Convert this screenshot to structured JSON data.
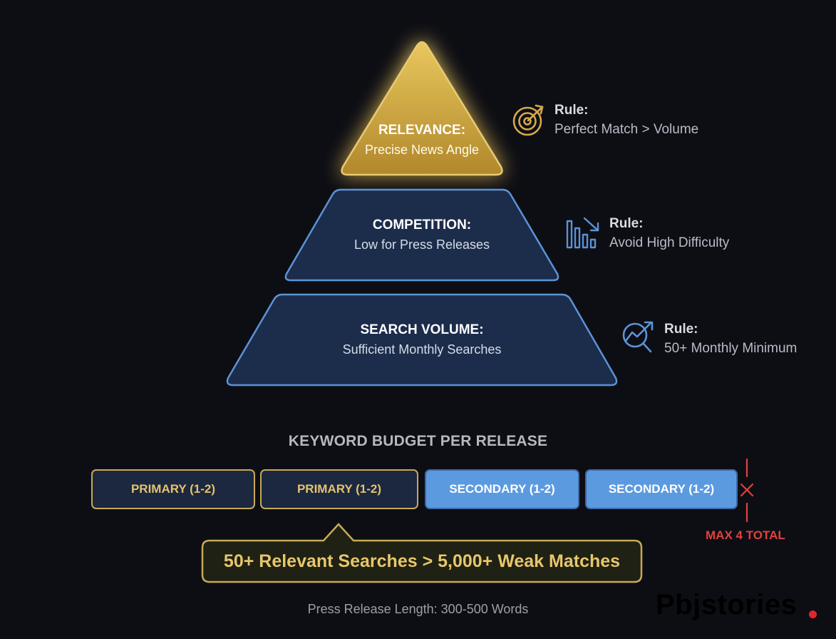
{
  "pyramid": {
    "tiers": [
      {
        "title": "RELEVANCE:",
        "subtitle": "Precise News Angle",
        "rule_label": "Rule:",
        "rule_text": "Perfect Match > Volume",
        "icon": "target-icon"
      },
      {
        "title": "COMPETITION:",
        "subtitle": "Low for Press Releases",
        "rule_label": "Rule:",
        "rule_text": "Avoid High Difficulty",
        "icon": "declining-bar-chart-icon"
      },
      {
        "title": "SEARCH VOLUME:",
        "subtitle": "Sufficient Monthly Searches",
        "rule_label": "Rule:",
        "rule_text": "50+ Monthly Minimum",
        "icon": "growth-magnifier-icon"
      }
    ]
  },
  "budget": {
    "title": "KEYWORD BUDGET PER RELEASE",
    "slots": [
      {
        "label": "PRIMARY (1-2)",
        "kind": "primary"
      },
      {
        "label": "PRIMARY (1-2)",
        "kind": "primary"
      },
      {
        "label": "SECONDARY (1-2)",
        "kind": "secondary"
      },
      {
        "label": "SECONDARY (1-2)",
        "kind": "secondary"
      }
    ],
    "max_label": "MAX 4 TOTAL"
  },
  "callout": {
    "text": "50+ Relevant Searches > 5,000+ Weak Matches"
  },
  "footer": {
    "text": "Press Release Length: 300-500 Words"
  },
  "brand": {
    "name": "Pbjstories"
  },
  "colors": {
    "background": "#0d0e14",
    "gold": "#d6b04a",
    "gold_text": "#e3c36c",
    "blue_border": "#5b93d6",
    "navy_fill": "#1c2c4b",
    "secondary_fill": "#5c9ae0",
    "red": "#e0423d"
  }
}
